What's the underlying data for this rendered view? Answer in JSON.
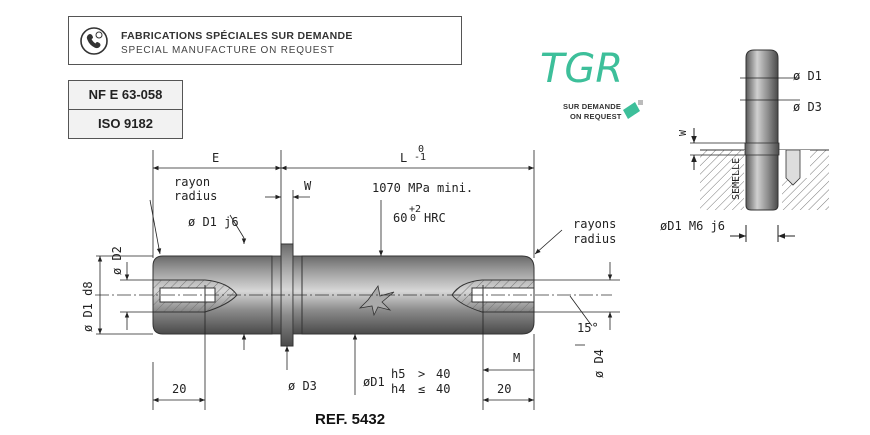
{
  "banner": {
    "line_fr": "FABRICATIONS SPÉCIALES SUR DEMANDE",
    "line_en": "SPECIAL MANUFACTURE ON REQUEST",
    "icon": "phone-icon"
  },
  "standards": [
    "NF E 63-058",
    "ISO 9182"
  ],
  "logo": {
    "text": "TGR",
    "sub1": "SUR DEMANDE",
    "sub2": "ON REQUEST",
    "color": "#3dbf9a"
  },
  "labels": {
    "E": "E",
    "L": "L",
    "L_tol": "0",
    "L_tol_low": "-1",
    "W": "W",
    "rayon": "rayon",
    "radius": "radius",
    "D1_j6": "ø D1  j6",
    "tensile": "1070 MPa mini.",
    "hrc_base": "60",
    "hrc_tol_up": "+2",
    "hrc_tol_low": "0",
    "hrc_unit": "HRC",
    "rayons": "rayons",
    "radius2": "radius",
    "D2": "ø D2",
    "D1_d8": "ø D1  d8",
    "angle": "15°",
    "M": "M",
    "D4": "ø D4",
    "left_20": "20",
    "right_20": "20",
    "D3": "ø D3",
    "D1_h5": "h5",
    "D1_h4": "h4",
    "D1_prefix": "øD1",
    "cmp_gt": ">",
    "cmp_le": "≤",
    "val_40a": "40",
    "val_40b": "40"
  },
  "side_view": {
    "D1": "ø D1",
    "D3": "ø D3",
    "W": "W",
    "semelle": "SEMELLE",
    "fit": "øD1  M6  j6"
  },
  "reference": "REF. 5432",
  "colors": {
    "shaft_dark": "#5a5a5a",
    "shaft_light": "#bdbdbd",
    "line": "#222222"
  }
}
